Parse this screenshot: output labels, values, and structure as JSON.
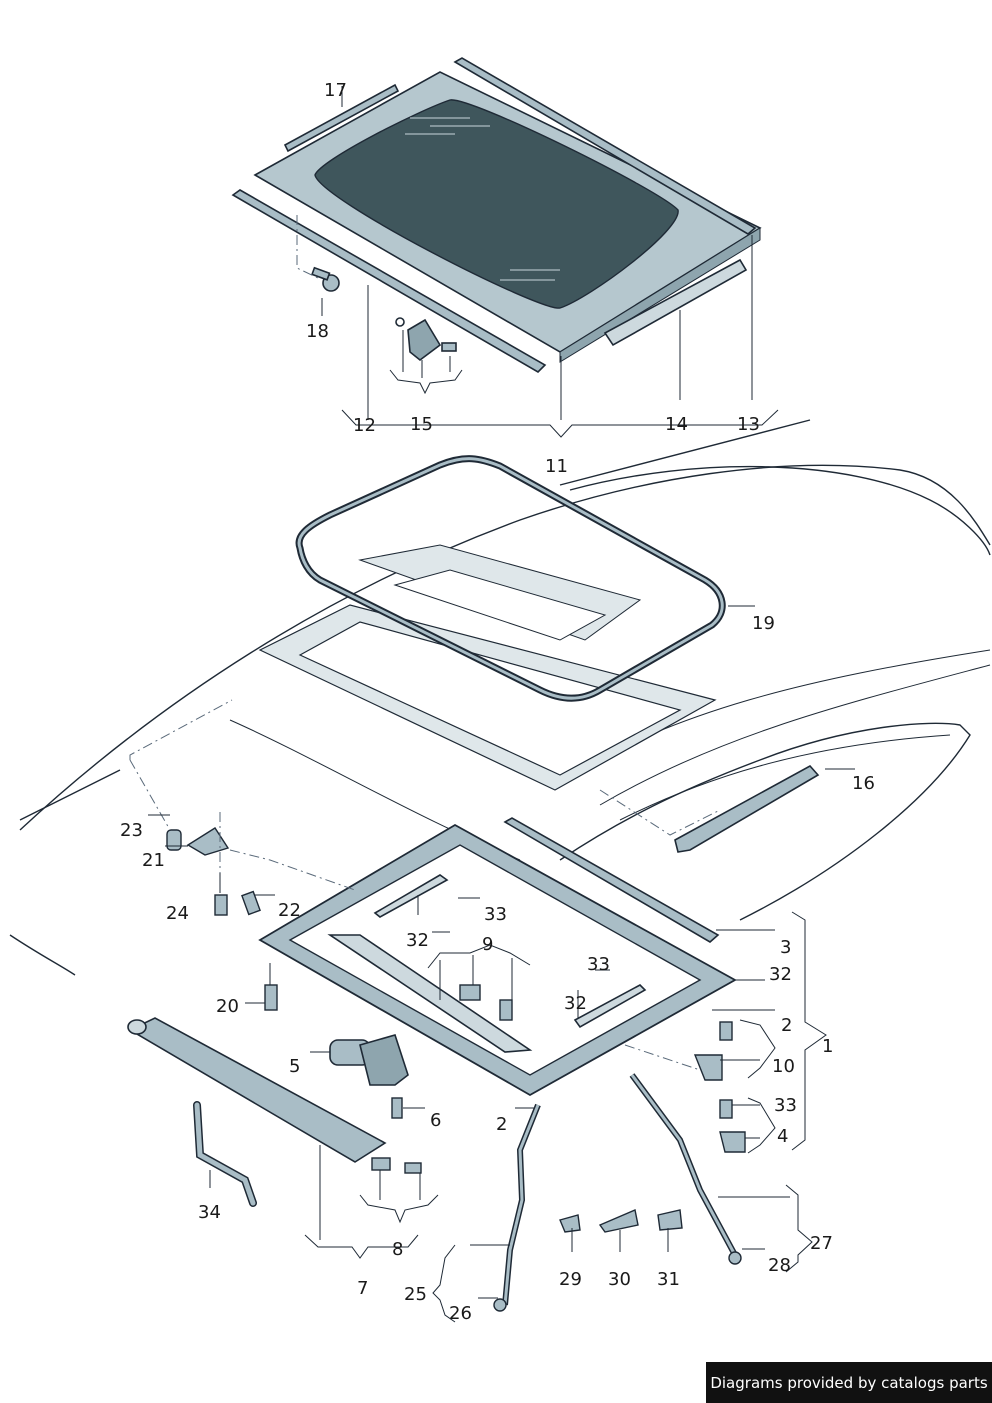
{
  "diagram": {
    "colors": {
      "part_fill": "#a9bdc6",
      "part_fill_light": "#cdd9de",
      "glass": "#3f565c",
      "outline": "#1f2a36"
    },
    "callouts": {
      "c1": "1",
      "c2a": "2",
      "c2b": "2",
      "c3": "3",
      "c4": "4",
      "c5": "5",
      "c6": "6",
      "c7": "7",
      "c8": "8",
      "c9": "9",
      "c10": "10",
      "c11": "11",
      "c12": "12",
      "c13": "13",
      "c14": "14",
      "c15": "15",
      "c16": "16",
      "c17": "17",
      "c18": "18",
      "c19": "19",
      "c20": "20",
      "c21": "21",
      "c22": "22",
      "c23": "23",
      "c24": "24",
      "c25": "25",
      "c26": "26",
      "c27": "27",
      "c28": "28",
      "c29": "29",
      "c30": "30",
      "c31": "31",
      "c32a": "32",
      "c32b": "32",
      "c32c": "32",
      "c33a": "33",
      "c33b": "33",
      "c33c": "33",
      "c34": "34"
    }
  },
  "credit": "Diagrams provided by catalogs parts"
}
